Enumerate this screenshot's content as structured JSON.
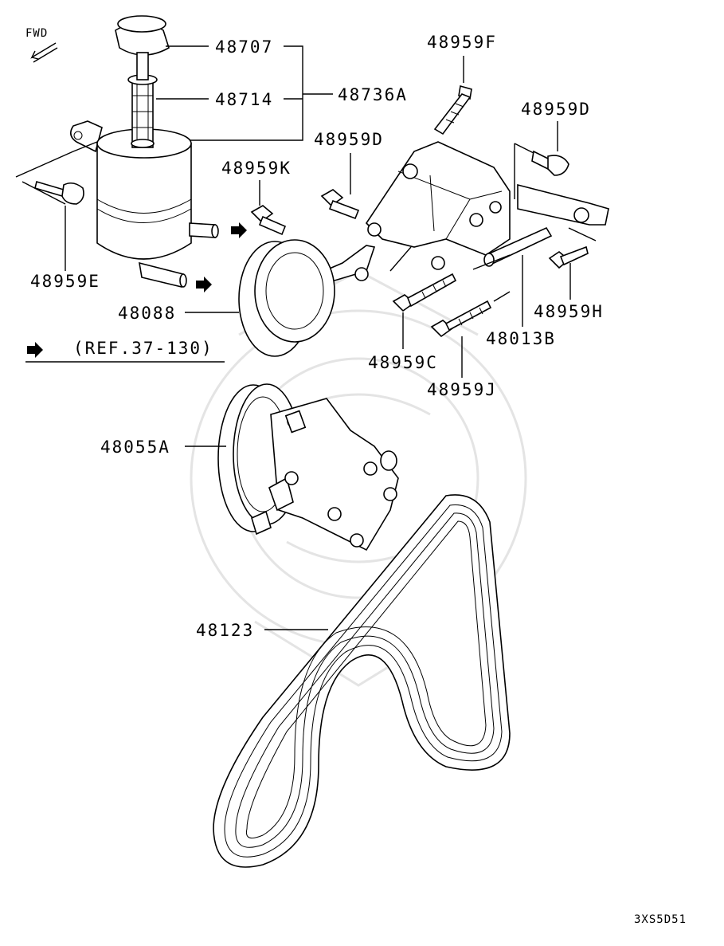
{
  "fwd_label": "FWD",
  "ref_note": "(REF.37-130)",
  "diagram_code": "3XS5D51",
  "parts": {
    "p48707": "48707",
    "p48714": "48714",
    "p48736A": "48736A",
    "p48959F": "48959F",
    "p48959D_1": "48959D",
    "p48959D_2": "48959D",
    "p48959K": "48959K",
    "p48959E": "48959E",
    "p48088": "48088",
    "p48959H": "48959H",
    "p48013B": "48013B",
    "p48959C": "48959C",
    "p48959J": "48959J",
    "p48055A": "48055A",
    "p48123": "48123"
  }
}
